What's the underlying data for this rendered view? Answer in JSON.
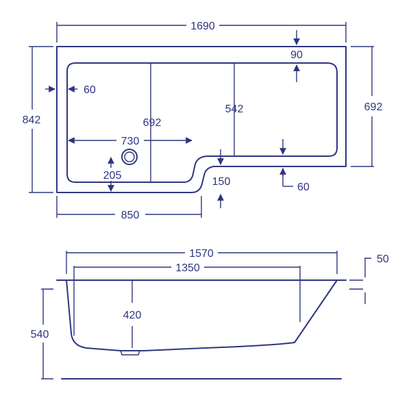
{
  "colors": {
    "line": "#2e3580",
    "background": "#ffffff"
  },
  "plan_view": {
    "dimensions": {
      "overall_length": "1690",
      "overall_width": "842",
      "left_rim": "60",
      "top_rim": "90",
      "right_width": "692",
      "inner_length": "730",
      "inner_width_left": "692",
      "inner_width_right": "542",
      "waste_offset": "205",
      "step_depth": "150",
      "right_lower_rim": "60",
      "lower_length": "850"
    }
  },
  "side_view": {
    "dimensions": {
      "top_length": "1570",
      "inner_length": "1350",
      "inner_depth": "420",
      "overall_height": "540",
      "rim_thickness": "50"
    }
  }
}
